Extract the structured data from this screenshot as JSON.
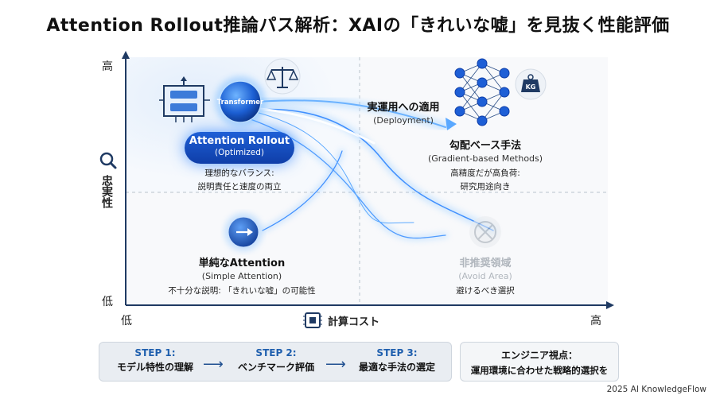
{
  "title": "Attention Rollout推論パス解析：XAIの「きれいな嘘」を見抜く性能評価",
  "axes": {
    "y_label": "忠実性",
    "y_high": "高",
    "y_low": "低",
    "x_label": "計算コスト",
    "x_low": "低",
    "x_high": "高"
  },
  "nodes": {
    "transformer": {
      "label": "Transformer"
    },
    "attention_rollout": {
      "name": "Attention Rollout",
      "sub": "(Optimized)",
      "note_line1": "理想的なバランス:",
      "note_line2": "説明責任と速度の両立"
    },
    "deployment": {
      "label": "実運用への適用",
      "sub": "(Deployment)"
    },
    "gradient": {
      "name": "勾配ベース手法",
      "sub": "(Gradient-based Methods)",
      "note_line1": "高精度だが高負荷:",
      "note_line2": "研究用途向き",
      "badge": "KG"
    },
    "simple": {
      "name": "単純なAttention",
      "sub": "(Simple Attention)",
      "note": "不十分な説明: 「きれいな嘘」の可能性"
    },
    "avoid": {
      "name": "非推奨領域",
      "sub": "(Avoid Area)",
      "note": "避けるべき選択"
    }
  },
  "steps": [
    {
      "head": "STEP 1:",
      "text": "モデル特性の理解"
    },
    {
      "head": "STEP 2:",
      "text": "ベンチマーク評価"
    },
    {
      "head": "STEP 3:",
      "text": "最適な手法の選定"
    }
  ],
  "engineer": {
    "head": "エンジニア視点：",
    "text": "運用環境に合わせた戦略的選択を"
  },
  "footer": "2025 AI KnowledgeFlow",
  "colors": {
    "accent": "#1e5fd6",
    "glow": "#5aa8ff",
    "axis": "#1f3a63",
    "muted": "#b9bfc6"
  }
}
